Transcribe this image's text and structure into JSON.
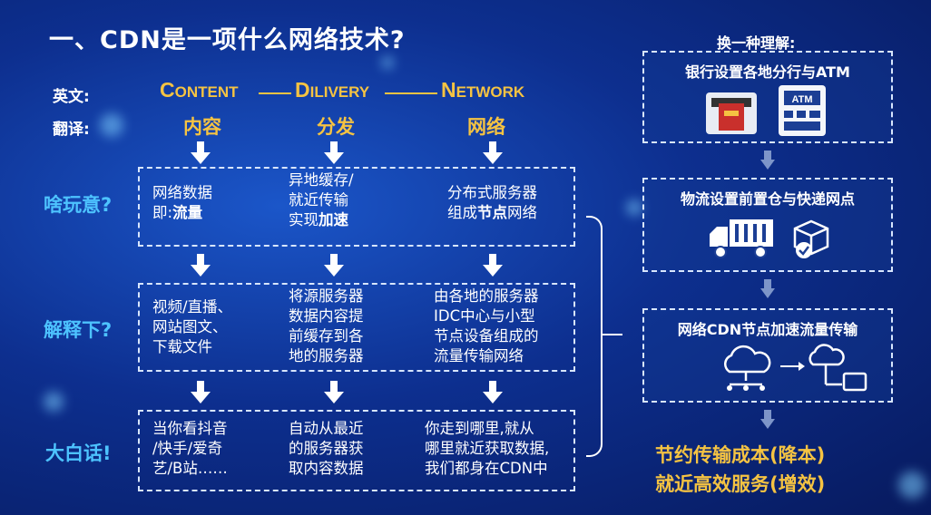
{
  "title": "一、CDN是一项什么网络技术?",
  "labels": {
    "english": "英文:",
    "translation": "翻译:"
  },
  "en_words": [
    {
      "cap": "C",
      "rest": "ONTENT"
    },
    {
      "cap": "D",
      "rest": "ILIVERY"
    },
    {
      "cap": "N",
      "rest": "ETWORK"
    }
  ],
  "cn_words": [
    "内容",
    "分发",
    "网络"
  ],
  "sections": [
    {
      "label": "啥玩意?"
    },
    {
      "label": "解释下?"
    },
    {
      "label": "大白话!"
    }
  ],
  "cells": {
    "r1c1_l1": "网络数据",
    "r1c1_l2a": "即:",
    "r1c1_l2b": "流量",
    "r1c2_l1": "异地缓存/",
    "r1c2_l2": "就近传输",
    "r1c2_l3a": "实现",
    "r1c2_l3b": "加速",
    "r1c3_l1": "分布式服务器",
    "r1c3_l2a": "组成",
    "r1c3_l2b": "节点",
    "r1c3_l2c": "网络",
    "r2c1": [
      "视频/直播、",
      "网站图文、",
      "下载文件"
    ],
    "r2c2": [
      "将源服务器",
      "数据内容提",
      "前缓存到各",
      "地的服务器"
    ],
    "r2c3": [
      "由各地的服务器",
      "IDC中心与小型",
      "节点设备组成的",
      "流量传输网络"
    ],
    "r3c1": [
      "当你看抖音",
      "/快手/爱奇",
      "艺/B站……"
    ],
    "r3c2": [
      "自动从最近",
      "的服务器获",
      "取内容数据"
    ],
    "r3c3": [
      "你走到哪里,就从",
      "哪里就近获取数据,",
      "我们都身在CDN中"
    ]
  },
  "right": {
    "title": "换一种理解:",
    "boxes": [
      {
        "title": "银行设置各地分行与ATM",
        "atm_label": "ATM"
      },
      {
        "title": "物流设置前置仓与快递网点"
      },
      {
        "title": "网络CDN节点加速流量传输"
      }
    ],
    "conclusion": [
      "节约传输成本(降本)",
      "就近高效服务(增效)"
    ]
  },
  "colors": {
    "accent_gold": "#f5c342",
    "accent_cyan": "#4dc3ff",
    "background": "#0d2f8f"
  }
}
